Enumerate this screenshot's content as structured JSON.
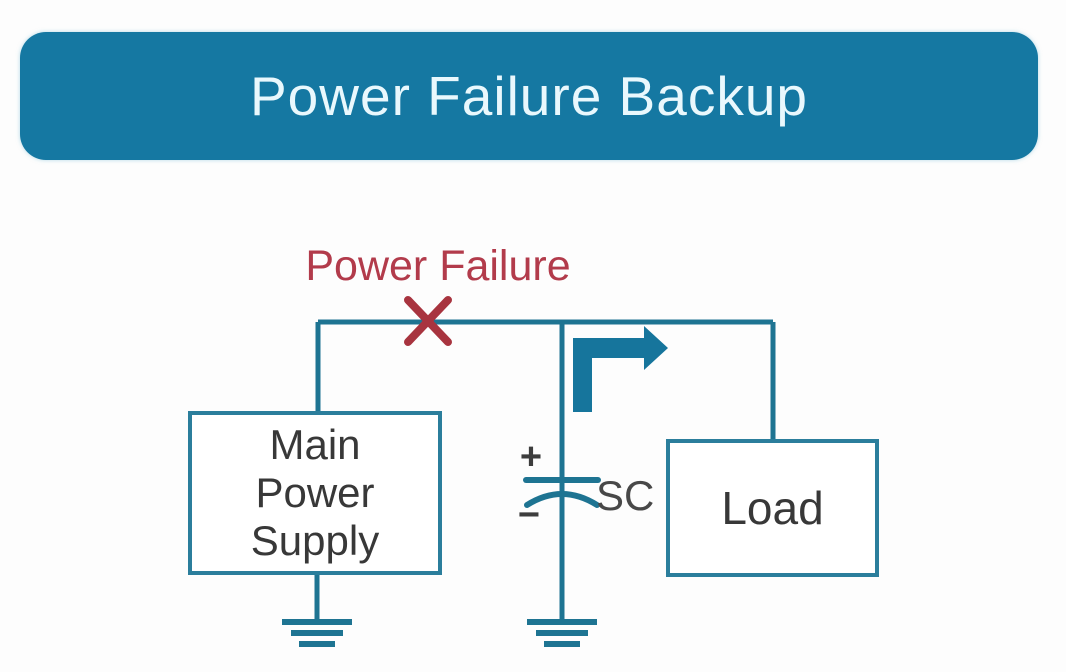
{
  "banner": {
    "title": "Power Failure Backup",
    "background": "#1578a2",
    "text_color": "#e9f8fd"
  },
  "diagram": {
    "failure": {
      "label": "Power Failure",
      "label_color": "#b23b4b",
      "x_mark_color": "#a8343f"
    },
    "components": {
      "main_power_supply": {
        "label": "Main Power Supply"
      },
      "supercapacitor": {
        "label": "SC",
        "plus": "+",
        "minus": "−"
      },
      "load": {
        "label": "Load"
      }
    },
    "icons": {
      "failure_mark": "x-icon",
      "current_flow": "elbow-arrow-icon",
      "capacitor": "polarized-capacitor-icon",
      "ground_left": "ground-icon",
      "ground_right": "ground-icon"
    },
    "colors": {
      "wire": "#1e7492",
      "box_border": "#2b7e9c",
      "box_fill": "#ffffff",
      "arrow": "#16759c",
      "label_text": "#383838",
      "background": "#fdfdfd"
    }
  }
}
